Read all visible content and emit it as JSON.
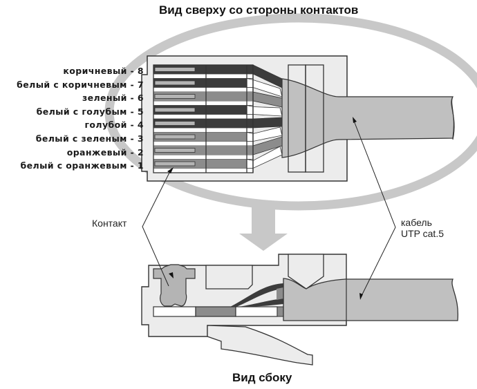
{
  "titles": {
    "top_view": "Вид сверху со стороны контактов",
    "side_view": "Вид сбоку"
  },
  "wires": [
    {
      "pin": 8,
      "label": "коричневый - 8",
      "color_name": "коричневый",
      "striped": false,
      "shade": "#3c3c3c"
    },
    {
      "pin": 7,
      "label": "белый с коричневым - 7",
      "color_name": "белый с коричневым",
      "striped": true,
      "shade": "#3c3c3c"
    },
    {
      "pin": 6,
      "label": "зеленый - 6",
      "color_name": "зеленый",
      "striped": false,
      "shade": "#8c8c8c"
    },
    {
      "pin": 5,
      "label": "белый с голубым - 5",
      "color_name": "белый с голубым",
      "striped": true,
      "shade": "#3c3c3c"
    },
    {
      "pin": 4,
      "label": "голубой - 4",
      "color_name": "голубой",
      "striped": false,
      "shade": "#3c3c3c"
    },
    {
      "pin": 3,
      "label": "белый с зеленым - 3",
      "color_name": "белый с зеленым",
      "striped": true,
      "shade": "#8c8c8c"
    },
    {
      "pin": 2,
      "label": "оранжевый - 2",
      "color_name": "оранжевый",
      "striped": false,
      "shade": "#8c8c8c"
    },
    {
      "pin": 1,
      "label": "белый с оранжевым - 1",
      "color_name": "белый с оранжевым",
      "striped": true,
      "shade": "#8c8c8c"
    }
  ],
  "callouts": {
    "contact": "Контакт",
    "cable_line1": "кабель",
    "cable_line2": "UTP cat.5"
  },
  "colors": {
    "ellipse": "#c8c8c8",
    "connector_body": "#ececec",
    "cable": "#c0c0c0",
    "contact": "#b4b4b4",
    "outline": "#333333",
    "dark_wire": "#3c3c3c",
    "light_wire": "#8c8c8c"
  }
}
